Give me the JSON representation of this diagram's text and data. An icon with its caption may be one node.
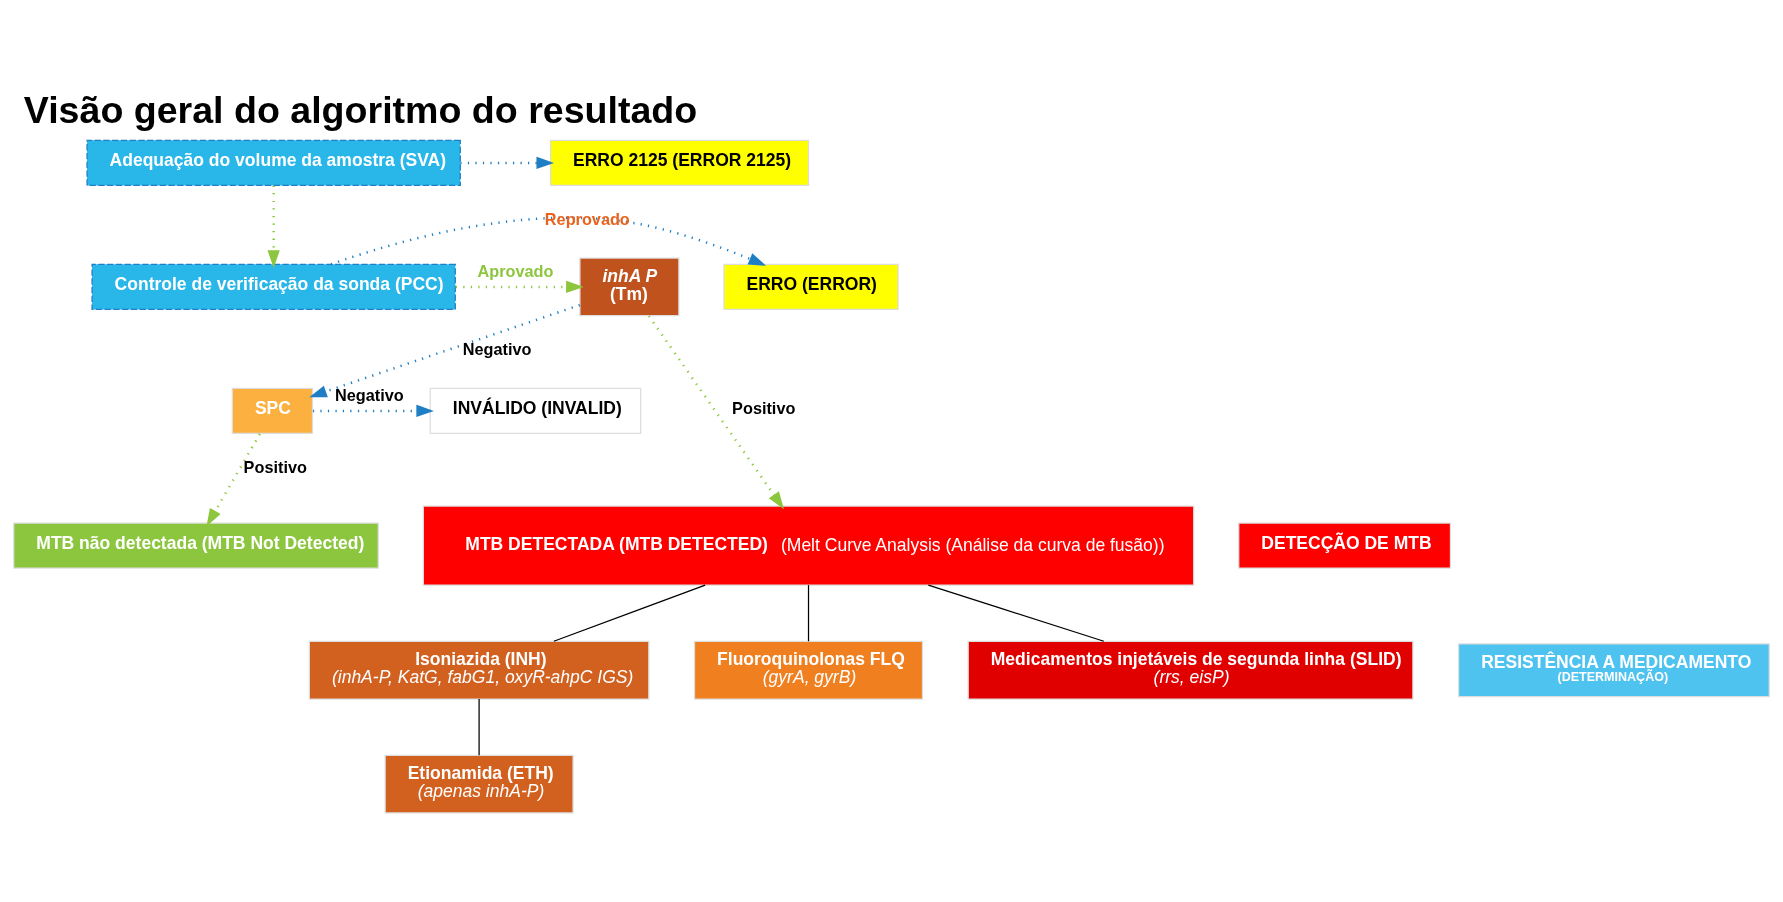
{
  "diagram": {
    "title": "Visão geral do algoritmo do resultado",
    "nodes": [
      {
        "text": [
          "Adequação do volume da amostra (SVA)"
        ]
      },
      {
        "text": [
          "ERRO 2125 (ERROR 2125)"
        ]
      },
      {
        "text": [
          "Controle de verificação da sonda (PCC)"
        ]
      },
      {
        "text": [
          "ERRO (ERROR)"
        ]
      },
      {
        "text": [
          "inhA P",
          "(Tm)"
        ]
      },
      {
        "text": [
          "SPC"
        ]
      },
      {
        "text": [
          "INVÁLIDO (INVALID)"
        ]
      },
      {
        "text": [
          "MTB DETECTADA (MTB DETECTED)",
          "(Melt Curve Analysis (Análise da curva de fusão))"
        ]
      },
      {
        "text": [
          "MTB não detectada (MTB Not Detected)"
        ]
      },
      {
        "text": [
          "DETECÇÃO DE MTB"
        ]
      },
      {
        "text": [
          "Isoniazida (INH)",
          "(inhA-P, KatG, fabG1, oxyR-ahpC IGS)"
        ]
      },
      {
        "text": [
          "Fluoroquinolonas FLQ",
          "(gyrA, gyrB)"
        ]
      },
      {
        "text": [
          "Medicamentos injetáveis de segunda linha (SLID)",
          "(rrs, eisP)"
        ]
      },
      {
        "text": [
          "Etionamida (ETH)",
          "(apenas inhA-P)"
        ]
      },
      {
        "text": [
          "RESISTÊNCIA A MEDICAMENTO",
          "(DETERMINAÇÃO)"
        ]
      }
    ],
    "edges": [
      {
        "from": 0,
        "to": 1,
        "arrow": "to",
        "style": "dashed",
        "color": "#1f7ec4"
      },
      {
        "from": 0,
        "to": 2,
        "arrow": "to",
        "style": "dashed",
        "color": "#8cc63f"
      },
      {
        "from": 2,
        "to": 4,
        "arrow": "to",
        "label": "Aprovado",
        "style": "dashed",
        "color": "#8cc63f"
      },
      {
        "from": 2,
        "to": 3,
        "arrow": "to",
        "label": "Reprovado",
        "style": "dashed",
        "color": "#1f7ec4"
      },
      {
        "from": 4,
        "to": 5,
        "arrow": "to",
        "label": "Negativo",
        "style": "dashed",
        "color": "#1f7ec4"
      },
      {
        "from": 4,
        "to": 7,
        "arrow": "to",
        "label": "Positivo",
        "style": "dashed",
        "color": "#8cc63f"
      },
      {
        "from": 5,
        "to": 6,
        "arrow": "to",
        "label": "Negativo",
        "style": "dashed",
        "color": "#1f7ec4"
      },
      {
        "from": 5,
        "to": 8,
        "arrow": "to",
        "label": "Positivo",
        "style": "dashed",
        "color": "#8cc63f"
      },
      {
        "from": 7,
        "to": 10,
        "arrow": "none",
        "color": "#000000"
      },
      {
        "from": 7,
        "to": 11,
        "arrow": "none",
        "color": "#000000"
      },
      {
        "from": 7,
        "to": 12,
        "arrow": "none",
        "color": "#000000"
      },
      {
        "from": 10,
        "to": 13,
        "arrow": "none",
        "color": "#000000"
      }
    ]
  }
}
